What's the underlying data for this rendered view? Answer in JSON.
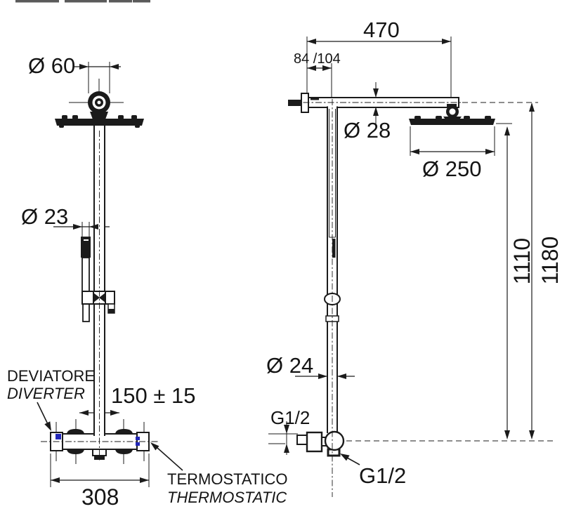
{
  "page": {
    "background": "#ffffff",
    "line_color": "#1b1b1b",
    "accent_blue": "#2126b8"
  },
  "front_view": {
    "head_ball_diameter": "Ø 60",
    "handshower_diameter": "Ø 23",
    "diverter_label_it": "DEVIATORE",
    "diverter_label_en": "DIVERTER",
    "inlet_spacing": "150 ± 15",
    "trim_width": "308",
    "thermostatic_label_it": "TERMOSTATICO",
    "thermostatic_label_en": "THERMOSTATIC"
  },
  "side_view": {
    "arm_reach": "470",
    "wall_offset_range": "84 /104",
    "arm_diameter": "Ø 28",
    "head_diameter": "Ø 250",
    "height_head_to_outlet": "1110",
    "height_arm_to_outlet": "1180",
    "column_diameter": "Ø 24",
    "outlet_thread_size": "G1/2",
    "inlet_thread_size": "G1/2"
  }
}
